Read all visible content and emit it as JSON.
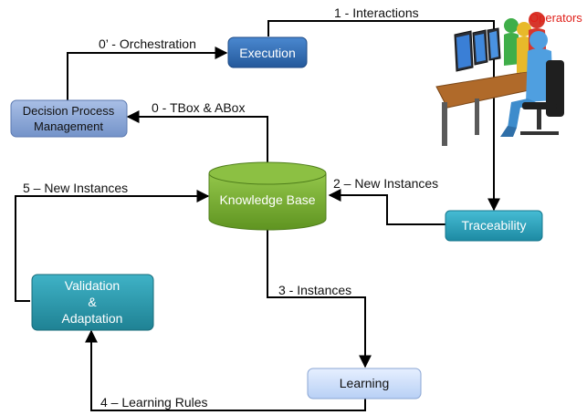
{
  "nodes": {
    "execution": "Execution",
    "decision_line1": "Decision Process",
    "decision_line2": "Management",
    "knowledge_base": "Knowledge Base",
    "traceability": "Traceability",
    "validation_line1": "Validation",
    "validation_line2": "&",
    "validation_line3": "Adaptation",
    "learning": "Learning",
    "operators": "Operators"
  },
  "edges": {
    "orchestration": "0’ - Orchestration",
    "interactions": "1 - Interactions",
    "tbox_abox": "0 - TBox & ABox",
    "new_instances_left": "5 – New Instances",
    "new_instances_right": "2 – New Instances",
    "instances": "3 - Instances",
    "learning_rules": "4 – Learning Rules"
  },
  "colors": {
    "execution": "#2f6db5",
    "decision": "#8aa6d6",
    "knowledge_base": "#76ab2e",
    "traceability": "#2aa3bd",
    "validation": "#2f9bb0",
    "learning": "#cfe0fb",
    "operators_label": "#e0201a"
  }
}
